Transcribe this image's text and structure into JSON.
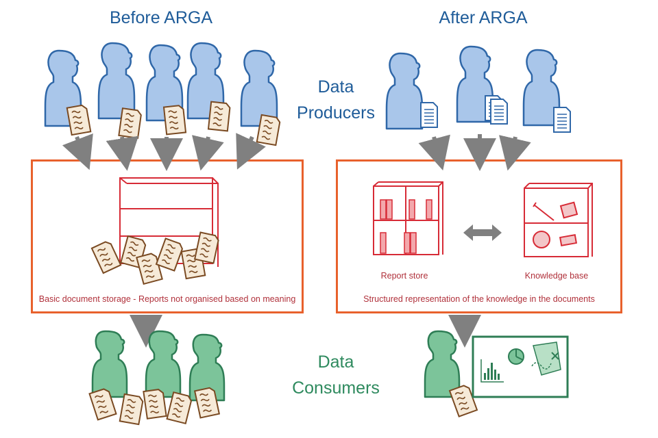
{
  "before": {
    "title": "Before ARGA",
    "storage_caption": "Basic document storage - Reports not organised based on meaning"
  },
  "after": {
    "title": "After ARGA",
    "report_store_label": "Report store",
    "knowledge_base_label": "Knowledge base",
    "storage_caption": "Structured representation of the knowledge in the documents"
  },
  "producers_label": [
    "Data",
    "Producers"
  ],
  "consumers_label": [
    "Data",
    "Consumers"
  ],
  "colors": {
    "producer": "#a9c6ea",
    "producer_stroke": "#2f67a8",
    "consumer": "#7cc49a",
    "consumer_stroke": "#2e7d55",
    "paper": "#f6ead8",
    "paper_stroke": "#7a4a22",
    "shelf": "#d72b36",
    "box_border": "#e8612c",
    "arrow": "#808080"
  }
}
